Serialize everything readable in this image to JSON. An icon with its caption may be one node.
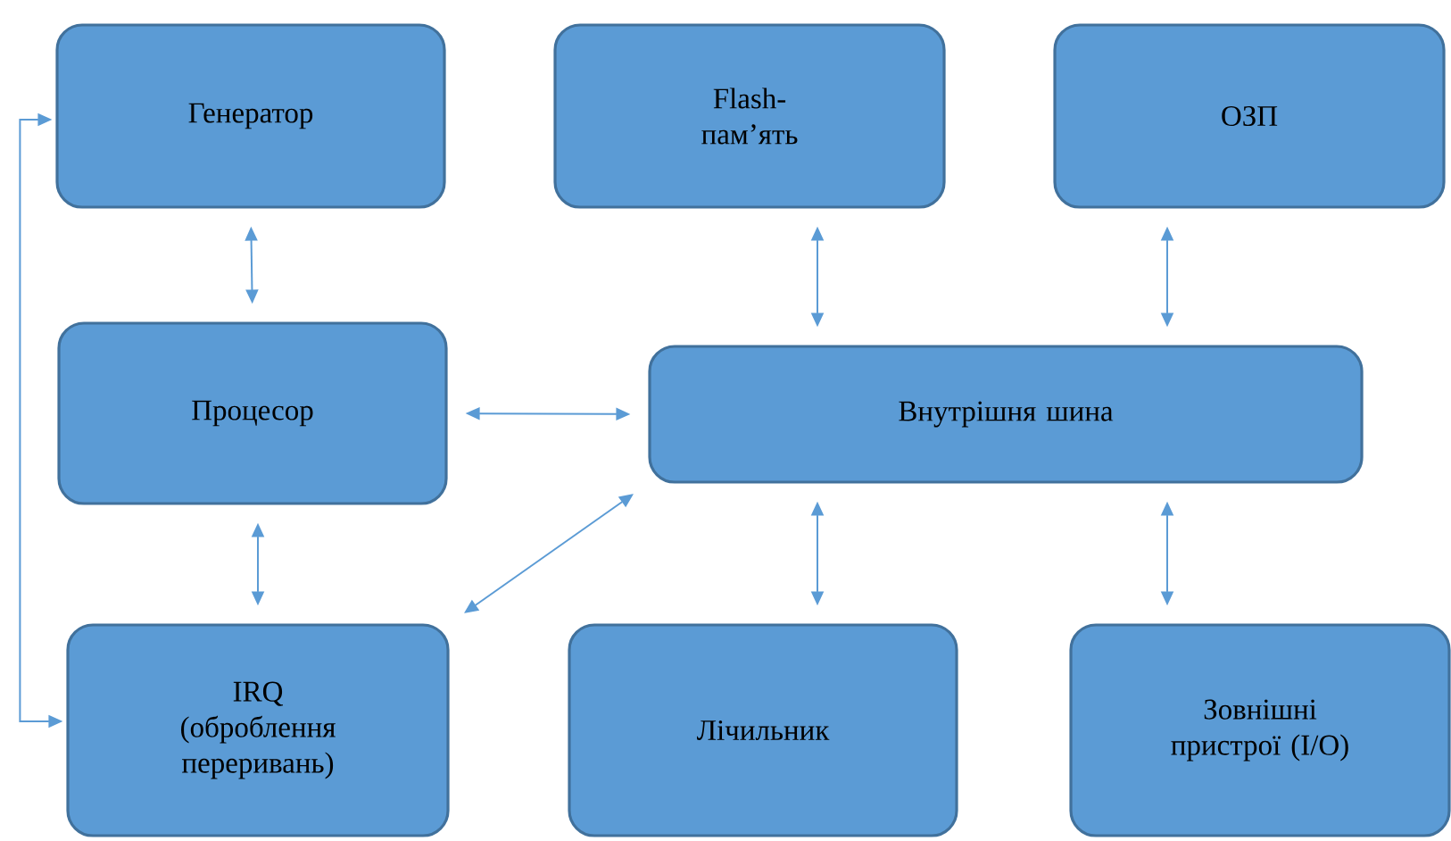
{
  "diagram": {
    "nodes": [
      {
        "text": [
          "Генератор"
        ]
      },
      {
        "text": [
          "Flash-пам’ять"
        ]
      },
      {
        "text": [
          "ОЗП"
        ]
      },
      {
        "text": [
          "Процесор"
        ]
      },
      {
        "text": [
          "Внутрішня шина"
        ]
      },
      {
        "text": [
          "IRQ (оброблення переривань)"
        ]
      },
      {
        "text": [
          "Лічильник"
        ]
      },
      {
        "text": [
          "Зовнішні пристрої (I/O)"
        ]
      }
    ],
    "edges": [
      {
        "from": 0,
        "to": 3,
        "arrow": "both"
      },
      {
        "from": 1,
        "to": 4,
        "arrow": "both"
      },
      {
        "from": 2,
        "to": 4,
        "arrow": "both"
      },
      {
        "from": 3,
        "to": 4,
        "arrow": "both"
      },
      {
        "from": 3,
        "to": 5,
        "arrow": "both"
      },
      {
        "from": 5,
        "to": 4,
        "arrow": "both"
      },
      {
        "from": 4,
        "to": 6,
        "arrow": "both"
      },
      {
        "from": 4,
        "to": 7,
        "arrow": "both"
      },
      {
        "from": 5,
        "to": 0,
        "arrow": "both"
      }
    ]
  }
}
